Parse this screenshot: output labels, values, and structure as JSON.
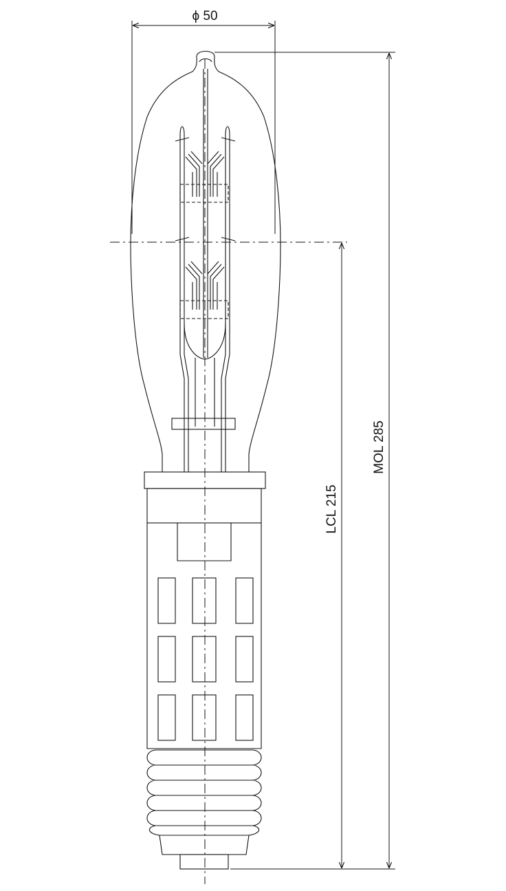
{
  "drawing": {
    "diameter_label": "ϕ 50",
    "lcl_label": "LCL 215",
    "mol_label": "MOL 285"
  },
  "colors": {
    "line": "#111111",
    "background": "#ffffff"
  }
}
